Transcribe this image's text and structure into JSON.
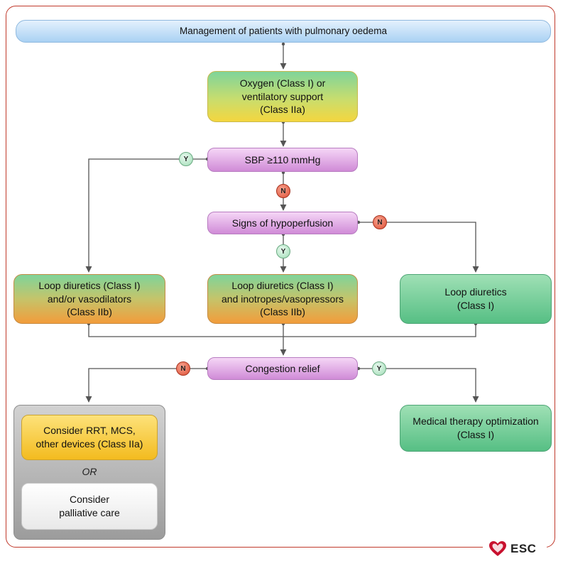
{
  "diagram": {
    "title": "Management of patients with pulmonary oedema",
    "nodes": {
      "oxygen": "Oxygen (Class I) or\nventilatory support\n(Class IIa)",
      "sbp": "SBP ≥110 mmHg",
      "hypoperfusion": "Signs of hypoperfusion",
      "loop_vasodilators": "Loop diuretics (Class I)\nand/or vasodilators\n(Class IIb)",
      "loop_inotropes": "Loop diuretics (Class I)\nand inotropes/vasopressors\n(Class IIb)",
      "loop_only": "Loop diuretics\n(Class I)",
      "congestion": "Congestion relief",
      "rrt": "Consider RRT, MCS,\nother devices (Class IIa)",
      "or_label": "OR",
      "palliative": "Consider\npalliative care",
      "optimization": "Medical therapy optimization\n(Class I)"
    },
    "badges": {
      "yes": "Y",
      "no": "N"
    },
    "colors": {
      "frame": "#c0392b",
      "connector": "#555555"
    }
  },
  "logo": {
    "text": "ESC",
    "icon": "heart-icon",
    "color": "#c8102e"
  }
}
